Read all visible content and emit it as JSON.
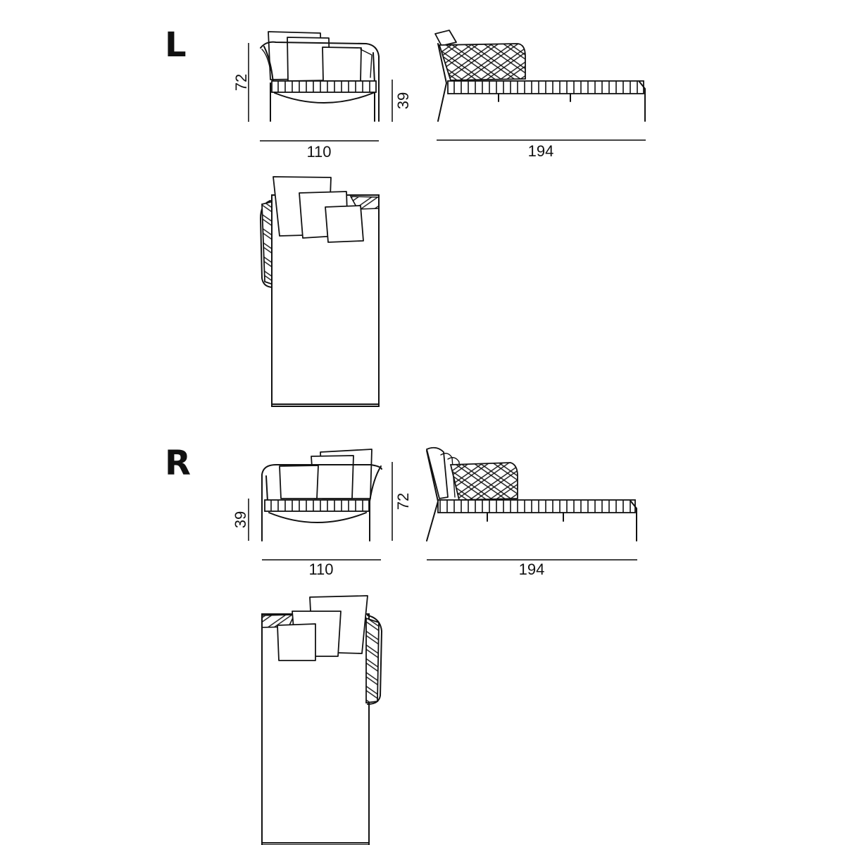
{
  "variants": [
    {
      "label": "L",
      "front": {
        "width": "110",
        "height": "72",
        "seat": "39"
      },
      "side": {
        "length": "194"
      }
    },
    {
      "label": "R",
      "front": {
        "width": "110",
        "height": "72",
        "seat": "39"
      },
      "side": {
        "length": "194"
      }
    }
  ]
}
